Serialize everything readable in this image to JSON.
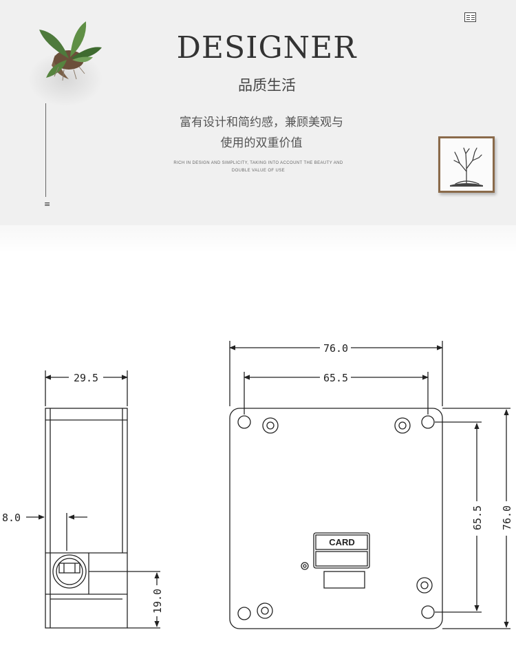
{
  "banner": {
    "title": "DESIGNER",
    "subtitle": "品质生活",
    "description_line1": "富有设计和简约感，兼顾美观与",
    "description_line2": "使用的双重价值",
    "english_line1": "RICH IN DESIGN AND SIMPLICITY, TAKING INTO ACCOUNT THE BEAUTY AND",
    "english_line2": "DOUBLE VALUE OF USE",
    "menu_left_glyph": "≡"
  },
  "drawing": {
    "side_view": {
      "width_dim": "29.5",
      "offset_dim": "8.0",
      "height_dim": "19.0"
    },
    "front_view": {
      "width_dim": "76.0",
      "hole_spacing_horizontal": "65.5",
      "hole_spacing_vertical": "65.5",
      "height_dim": "76.0",
      "card_label": "CARD"
    }
  },
  "colors": {
    "banner_bg": "#f0f0f0",
    "line": "#222222",
    "frame": "#8a6a4a"
  }
}
